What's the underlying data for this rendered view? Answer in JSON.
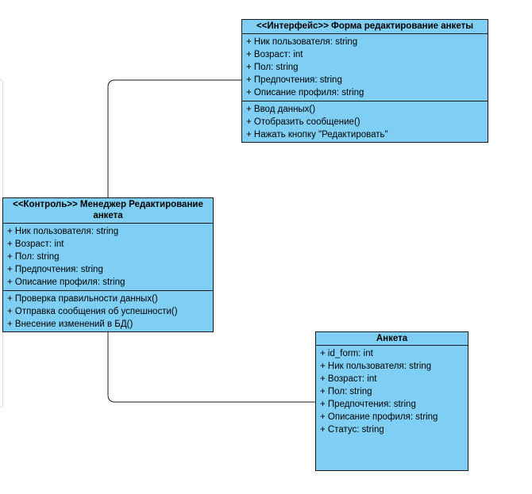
{
  "classes": {
    "form": {
      "title": "<<Интерфейс>> Форма редактирование анкеты",
      "attributes": [
        "+ Ник пользователя: string",
        "+ Возраст: int",
        "+ Пол: string",
        "+ Предпочтения: string",
        "+ Описание профиля: string"
      ],
      "methods": [
        "+ Ввод данных()",
        "+ Отобразить сообщение()",
        "+ Нажать кнопку \"Редактировать\""
      ]
    },
    "manager": {
      "title": "<<Контроль>> Менеджер Редактирование анкета",
      "attributes": [
        "+ Ник пользователя: string",
        "+ Возраст: int",
        "+ Пол: string",
        "+ Предпочтения: string",
        "+ Описание профиля: string"
      ],
      "methods": [
        "+ Проверка правильности данных()",
        "+ Отправка сообщения об успешности()",
        "+ Внесение изменений в БД()"
      ]
    },
    "anketa": {
      "title": "Анкета",
      "attributes": [
        "+ id_form: int",
        "+ Ник пользователя: string",
        "+ Возраст: int",
        "+ Пол: string",
        "+ Предпочтения: string",
        "+ Описание профиля: string",
        "+ Статус: string"
      ]
    }
  },
  "colors": {
    "class_fill": "#7ecff3",
    "border": "#1a1a1a",
    "connector": "#1a1a1a"
  }
}
